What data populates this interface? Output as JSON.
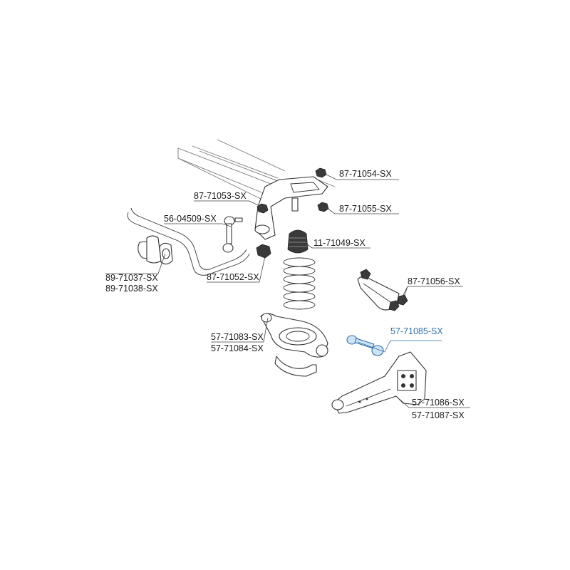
{
  "labels": {
    "p_87_71054": "87-71054-SX",
    "p_87_71053": "87-71053-SX",
    "p_87_71055": "87-71055-SX",
    "p_56_04509": "56-04509-SX",
    "p_11_71049": "11-71049-SX",
    "p_89_71037": "89-71037-SX",
    "p_89_71038": "89-71038-SX",
    "p_87_71052": "87-71052-SX",
    "p_87_71056": "87-71056-SX",
    "p_57_71083": "57-71083-SX",
    "p_57_71084": "57-71084-SX",
    "p_57_71085": "57-71085-SX",
    "p_57_71086": "57-71086-SX",
    "p_57_71087": "57-71087-SX"
  },
  "colors": {
    "line": "#333333",
    "highlight": "#2f6fae",
    "background": "#ffffff"
  }
}
